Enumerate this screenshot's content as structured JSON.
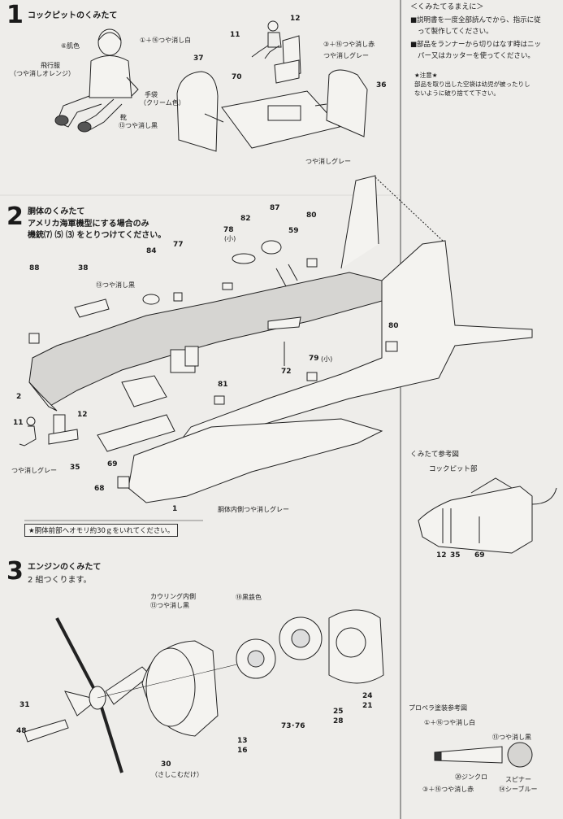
{
  "steps": {
    "s1": {
      "num": "1",
      "title": "コックピットのくみたて"
    },
    "s2": {
      "num": "2",
      "title": "胴体のくみたて",
      "line2": "アメリカ海軍機型にする場合のみ",
      "line3": "機銃⑺ ⑸ ⑶ をとりつけてください。"
    },
    "s3": {
      "num": "3",
      "title": "エンジンのくみたて",
      "sub": "2 組つくります。"
    }
  },
  "sidebar": {
    "heading": "＜くみたてるまえに＞",
    "item1": "■説明書を一度全部読んでから、指示に従",
    "item1b": "って製作してください。",
    "item2": "■部品をランナーから切りはなす時はニッ",
    "item2b": "パー又はカッターを使ってください。",
    "caution_head": "★注意★",
    "caution1": "部品を取り出した空袋は幼児が被ったりし",
    "caution2": "ないように破り捨てて下さい。"
  },
  "s1_labels": {
    "face": "⑥肌色",
    "helmet": "①＋⑯つや消し白",
    "suit": "飛行服",
    "suit2": "（つや消しオレンジ）",
    "glove": "手袋",
    "glove2": "（クリーム色）",
    "boots": "靴",
    "boots2": "⑬つや消し黒",
    "seat_red": "③＋⑯つや消し赤",
    "seat_grey": "つや消しグレー",
    "floor_grey": "つや消しグレー",
    "p11": "11",
    "p12": "12",
    "p37": "37",
    "p70": "70",
    "p36": "36"
  },
  "s2_labels": {
    "p88": "88",
    "p38": "38",
    "p84": "84",
    "p77": "77",
    "p78": "78",
    "p78s": "(小)",
    "p82": "82",
    "p87": "87",
    "p59": "59",
    "p80a": "80",
    "p80b": "80",
    "p72": "72",
    "p79": "79",
    "p79s": "(小)",
    "p81": "81",
    "p2": "2",
    "p11": "11",
    "p12": "12",
    "p35": "35",
    "p69": "69",
    "p68": "68",
    "p1": "1",
    "black": "⑬つや消し黒",
    "grey": "つや消しグレー",
    "inside_grey": "胴体内側つや消しグレー",
    "weight_note": "★胴体前部へオモリ約30ｇをいれてください。"
  },
  "ref_fig": {
    "title": "くみたて参考図",
    "cockpit": "コックピット部",
    "p12": "12",
    "p35": "35",
    "p69": "69"
  },
  "s3_labels": {
    "cowl_in": "カウリング内側",
    "cowl_in2": "⑬つや消し黒",
    "iron": "⑱黒鉄色",
    "p31": "31",
    "p48": "48",
    "p30": "30",
    "p30s": "（さしこむだけ）",
    "p13": "13",
    "p16": "16",
    "p7376": "73･76",
    "p25": "25",
    "p28": "28",
    "p24": "24",
    "p21": "21"
  },
  "prop_ref": {
    "title": "プロペラ塗装参考図",
    "white": "①＋⑯つや消し白",
    "black": "⑬つや消し黒",
    "zinc": "⑳ジンクロ",
    "spinner": "スピナー",
    "red": "③＋⑯つや消し赤",
    "blue": "⑭シーブルー"
  }
}
